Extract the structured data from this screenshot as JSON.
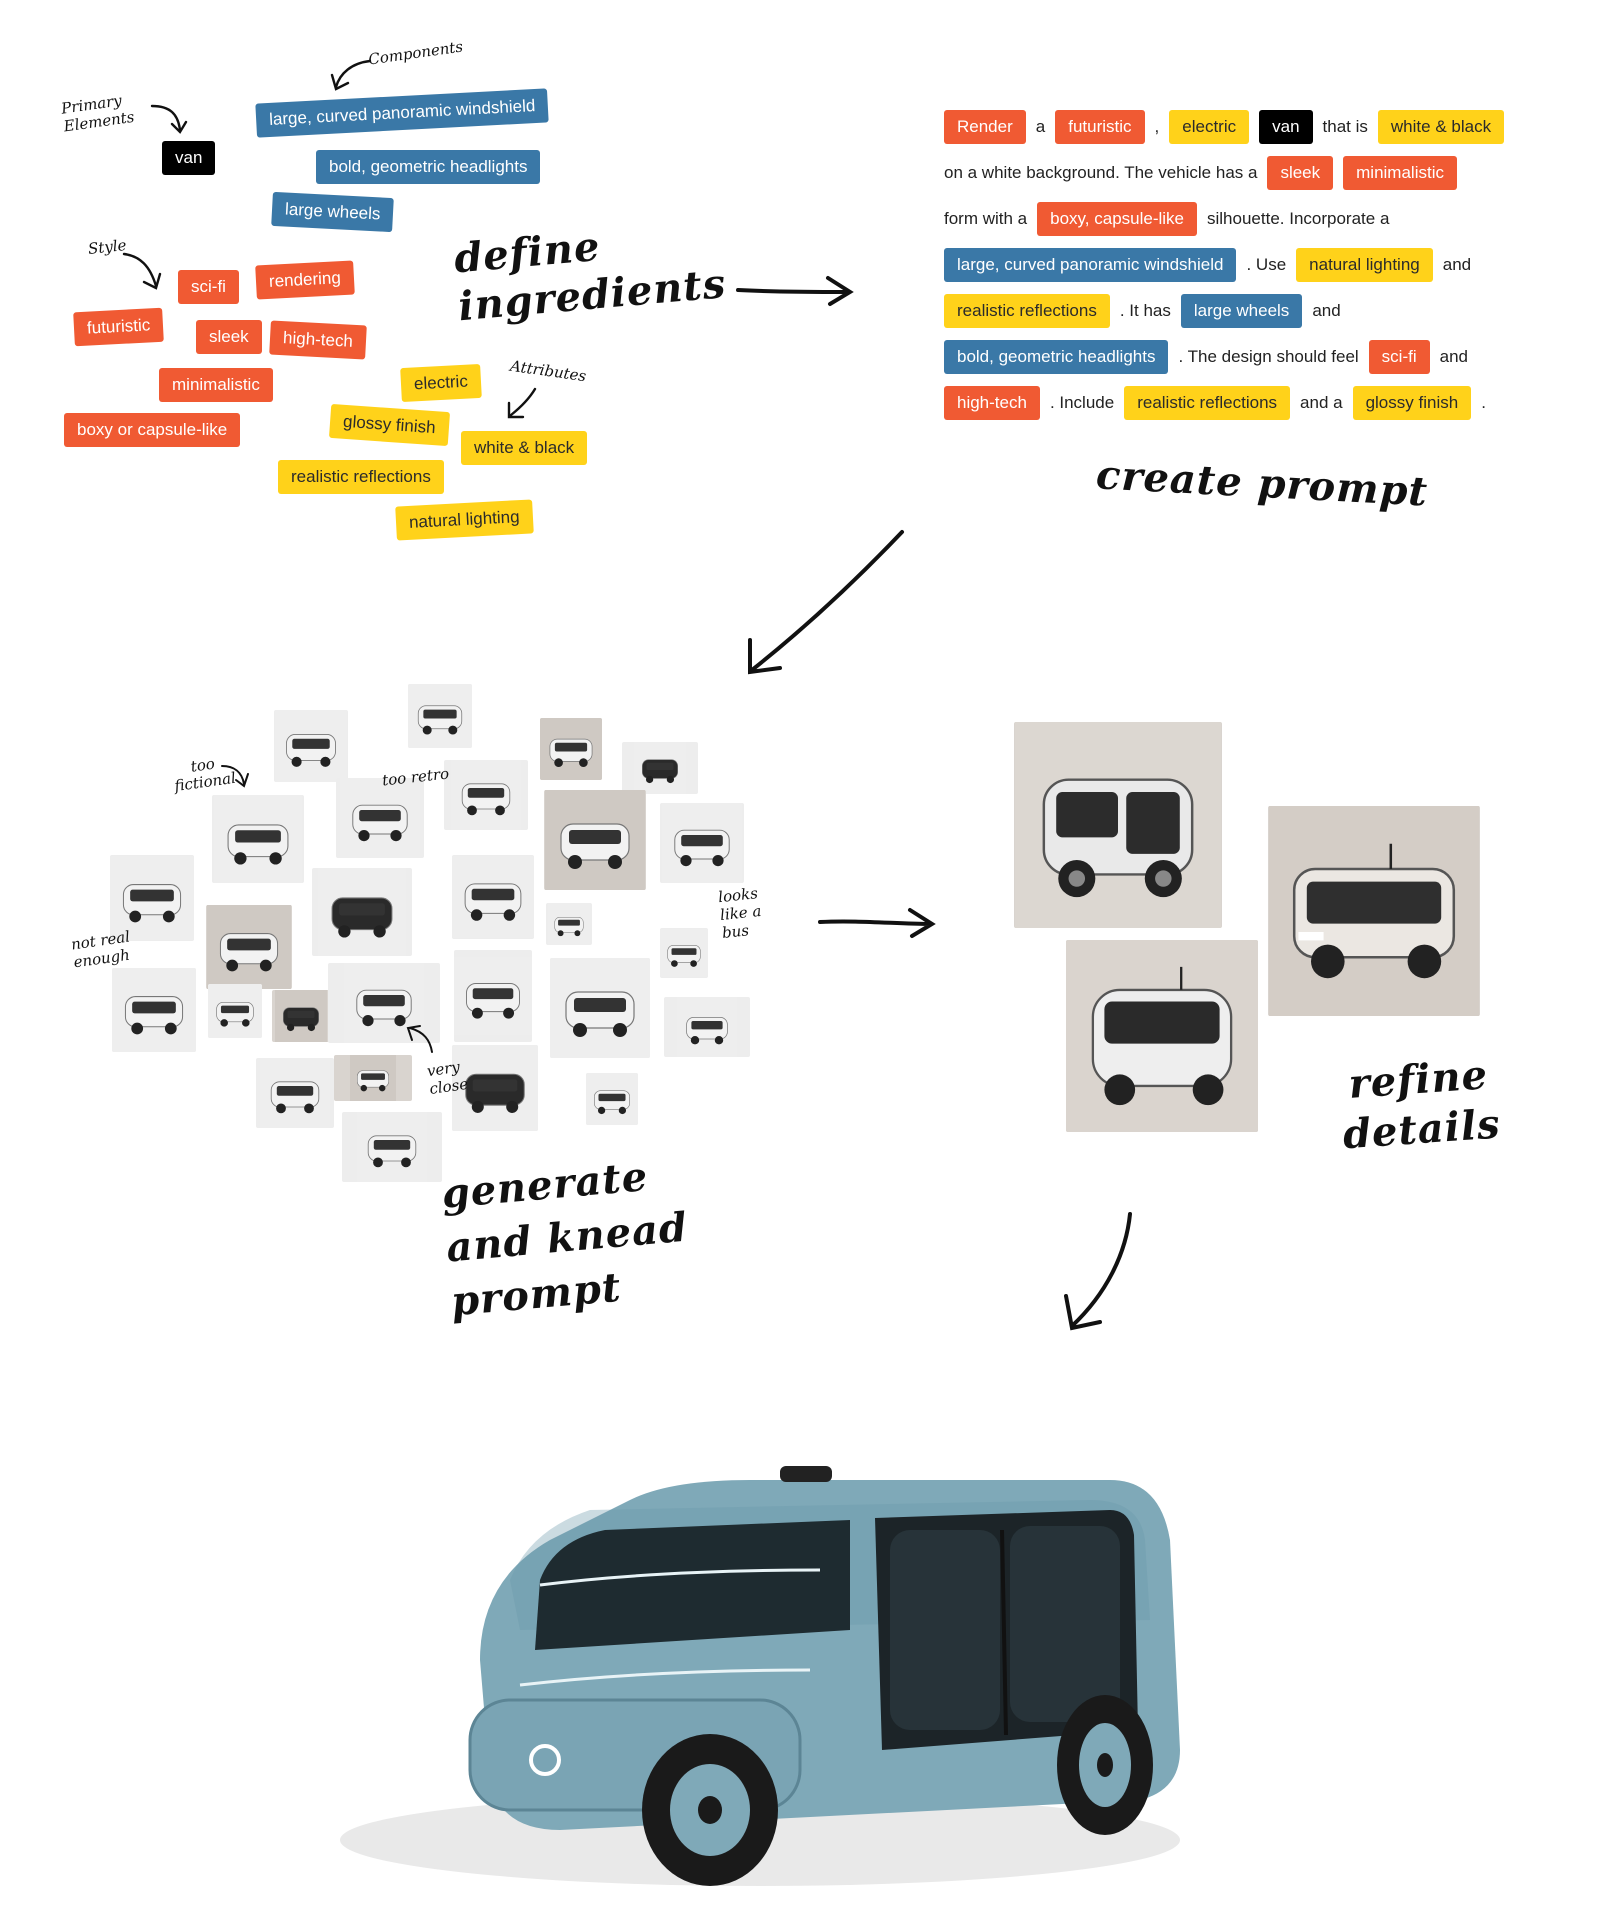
{
  "annotations": {
    "primary_elements": "Primary Elements",
    "components": "Components",
    "style": "Style",
    "attributes": "Attributes"
  },
  "ingredients": {
    "primary": [
      "van"
    ],
    "components": [
      "large, curved panoramic windshield",
      "bold, geometric headlights",
      "large wheels"
    ],
    "style": [
      "sci-fi",
      "rendering",
      "futuristic",
      "sleek",
      "high-tech",
      "minimalistic",
      "boxy or capsule-like"
    ],
    "attributes": [
      "electric",
      "glossy finish",
      "white & black",
      "realistic reflections",
      "natural lighting"
    ]
  },
  "prompt_lines": [
    [
      {
        "t": "Render",
        "c": "red"
      },
      {
        "t": "a"
      },
      {
        "t": "futuristic",
        "c": "red"
      },
      {
        "t": ","
      },
      {
        "t": "electric",
        "c": "yellow"
      },
      {
        "t": "van",
        "c": "black"
      },
      {
        "t": "that is"
      },
      {
        "t": "white & black",
        "c": "yellow"
      }
    ],
    [
      {
        "t": "on a white background.  The vehicle has a"
      },
      {
        "t": "sleek",
        "c": "red"
      },
      {
        "t": "minimalistic",
        "c": "red"
      }
    ],
    [
      {
        "t": "form with a"
      },
      {
        "t": "boxy, capsule-like",
        "c": "red"
      },
      {
        "t": "silhouette.  Incorporate a"
      }
    ],
    [
      {
        "t": "large, curved panoramic windshield",
        "c": "blue"
      },
      {
        "t": ".  Use"
      },
      {
        "t": "natural lighting",
        "c": "yellow"
      },
      {
        "t": "and"
      }
    ],
    [
      {
        "t": "realistic reflections",
        "c": "yellow"
      },
      {
        "t": ".  It has"
      },
      {
        "t": "large wheels",
        "c": "blue"
      },
      {
        "t": "and"
      }
    ],
    [
      {
        "t": "bold, geometric headlights",
        "c": "blue"
      },
      {
        "t": ".  The design should feel"
      },
      {
        "t": "sci-fi",
        "c": "red"
      },
      {
        "t": "and"
      }
    ],
    [
      {
        "t": "high-tech",
        "c": "red"
      },
      {
        "t": ".  Include"
      },
      {
        "t": "realistic reflections",
        "c": "yellow"
      },
      {
        "t": "and a"
      },
      {
        "t": "glossy finish",
        "c": "yellow"
      },
      {
        "t": "."
      }
    ]
  ],
  "stage_labels": {
    "define": "define ingredients",
    "create": "create prompt",
    "generate": "generate and knead prompt",
    "refine": "refine details"
  },
  "notes": {
    "too_fictional": "too fictional",
    "too_retro": "too retro",
    "not_real": "not real enough",
    "looks_bus": "looks like a bus",
    "very_close": "very close"
  },
  "colors": {
    "red": "#f05a33",
    "blue": "#3a78a7",
    "yellow": "#ffd21a",
    "black": "#000000",
    "final_van": "#7fa9b8"
  }
}
